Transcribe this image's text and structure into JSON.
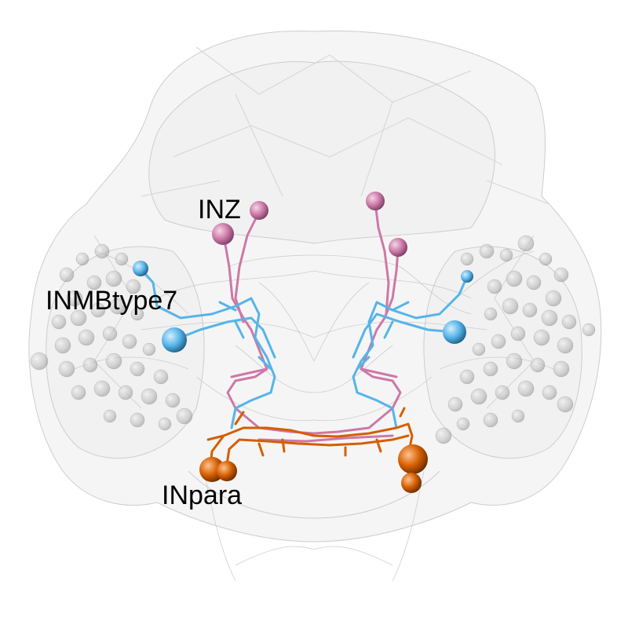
{
  "labels": {
    "inz": "INZ",
    "inmbtype7": "INMBtype7",
    "inpara": "INpara"
  },
  "colors": {
    "background": "#ffffff",
    "mesh": "#e6e6e6",
    "mesh_edge": "#cfcfcf",
    "neuropil_fibers": "#c8c8c8",
    "soma_grey": "#b5b5b5",
    "inz": "#cc79a7",
    "inmbtype7": "#56b4e9",
    "inpara": "#d55e00"
  },
  "scene": {
    "description_icon": "brain-mesh-3d-render"
  }
}
